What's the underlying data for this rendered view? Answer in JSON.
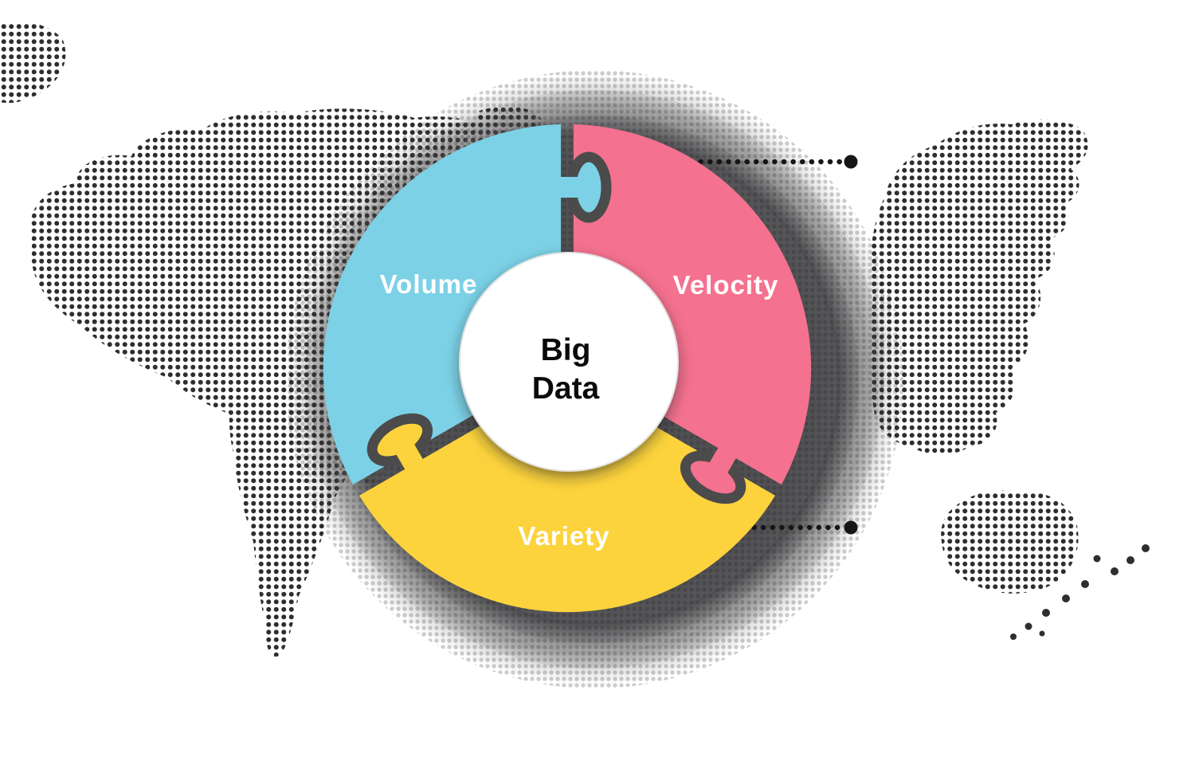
{
  "figure": {
    "title_lines": {
      "line1": "Big",
      "line2": "Data"
    },
    "pieces": [
      {
        "id": "volume",
        "label": "Volume",
        "color": "#7CD1E6",
        "label_color": "#FFFFFF"
      },
      {
        "id": "velocity",
        "label": "Velocity",
        "color": "#F4718F",
        "label_color": "#FFFFFF"
      },
      {
        "id": "variety",
        "label": "Variety",
        "color": "#FCD33D",
        "label_color": "#FFFFFF"
      }
    ],
    "colors": {
      "outline": "#4B4B4B",
      "halo": "#505053",
      "map_dot": "#2E2E2E",
      "leader": "#161616",
      "center_bg": "#FFFFFF",
      "center_text": "#0B0B0B",
      "background": "#FFFFFF"
    }
  }
}
